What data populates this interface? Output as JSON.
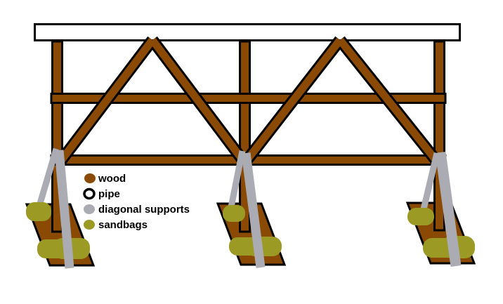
{
  "legend": {
    "items": [
      {
        "label": "wood"
      },
      {
        "label": "pipe"
      },
      {
        "label": "diagonal supports"
      },
      {
        "label": "sandbags"
      }
    ]
  },
  "colors": {
    "wood": "#8B4A04",
    "pipe": "#FFFFFF",
    "outline": "#000000",
    "diagonal_supports": "#ABABB3",
    "sandbags": "#9A9A24",
    "background": "#FFFFFF"
  }
}
